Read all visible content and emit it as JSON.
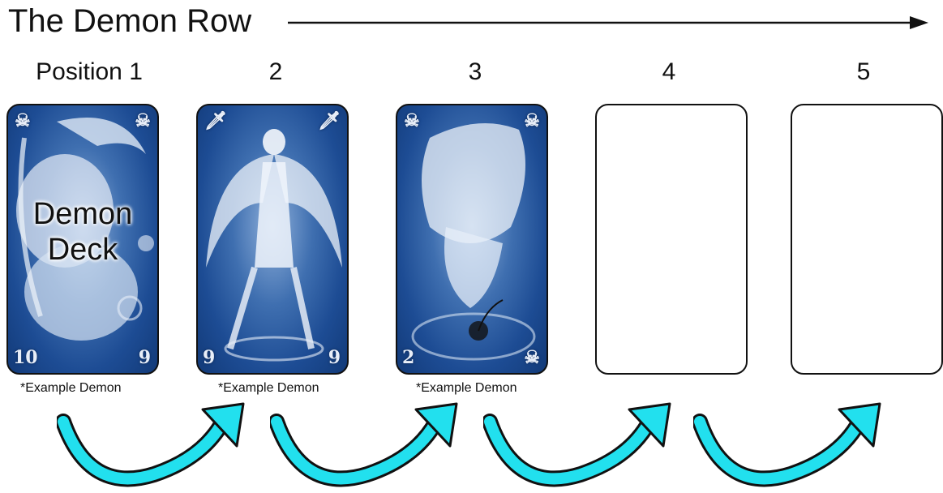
{
  "title": "The Demon Row",
  "positions": [
    "Position 1",
    "2",
    "3",
    "4",
    "5"
  ],
  "deck_label_line1": "Demon",
  "deck_label_line2": "Deck",
  "card1": {
    "top_left": "skull-icon",
    "top_right": "skull-icon",
    "bottom_left": "10",
    "bottom_right": "9"
  },
  "card2": {
    "top_left": "dagger-icon",
    "top_right": "dagger-icon",
    "bottom_left": "9",
    "bottom_right": "9"
  },
  "card3": {
    "top_left": "skull-icon",
    "top_right": "skull-icon",
    "bottom_left": "2",
    "bottom_right": "skull-icon"
  },
  "captions": [
    "*Example Demon",
    "*Example Demon",
    "*Example Demon"
  ],
  "colors": {
    "card_blue": "#1d4c94",
    "arrow_cyan": "#22e0ee"
  }
}
